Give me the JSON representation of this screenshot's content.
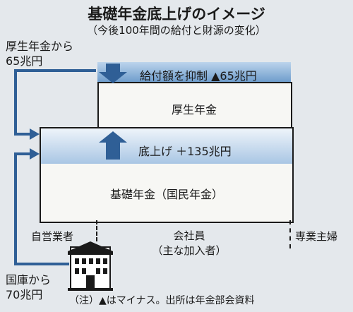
{
  "title": "基礎年金底上げのイメージ",
  "subtitle": "（今後100年間の給付と財源の変化）",
  "source_kosei": {
    "name": "厚生年金から",
    "amount": "65兆円"
  },
  "source_kokko": {
    "name": "国庫から",
    "amount": "70兆円"
  },
  "kosei_cut": "給付額を抑制 ▲65兆円",
  "kosei_box": "厚生年金",
  "boost": "底上げ ＋135兆円",
  "kiso_box": "基礎年金（国民年金）",
  "columns": {
    "self_employed": "自営業者",
    "employee": "会社員",
    "employee_sub": "（主な加入者）",
    "spouse": "専業主婦"
  },
  "note": "（注）▲はマイナス。出所は年金部会資料",
  "colors": {
    "accent_blue": "#2f5f96",
    "band_light": "#d2e2f1",
    "box_bg": "#f7f7f4",
    "page_bg": "#e4e8ec"
  },
  "icons": [
    "down-arrow-icon",
    "up-arrow-icon",
    "building-icon"
  ]
}
